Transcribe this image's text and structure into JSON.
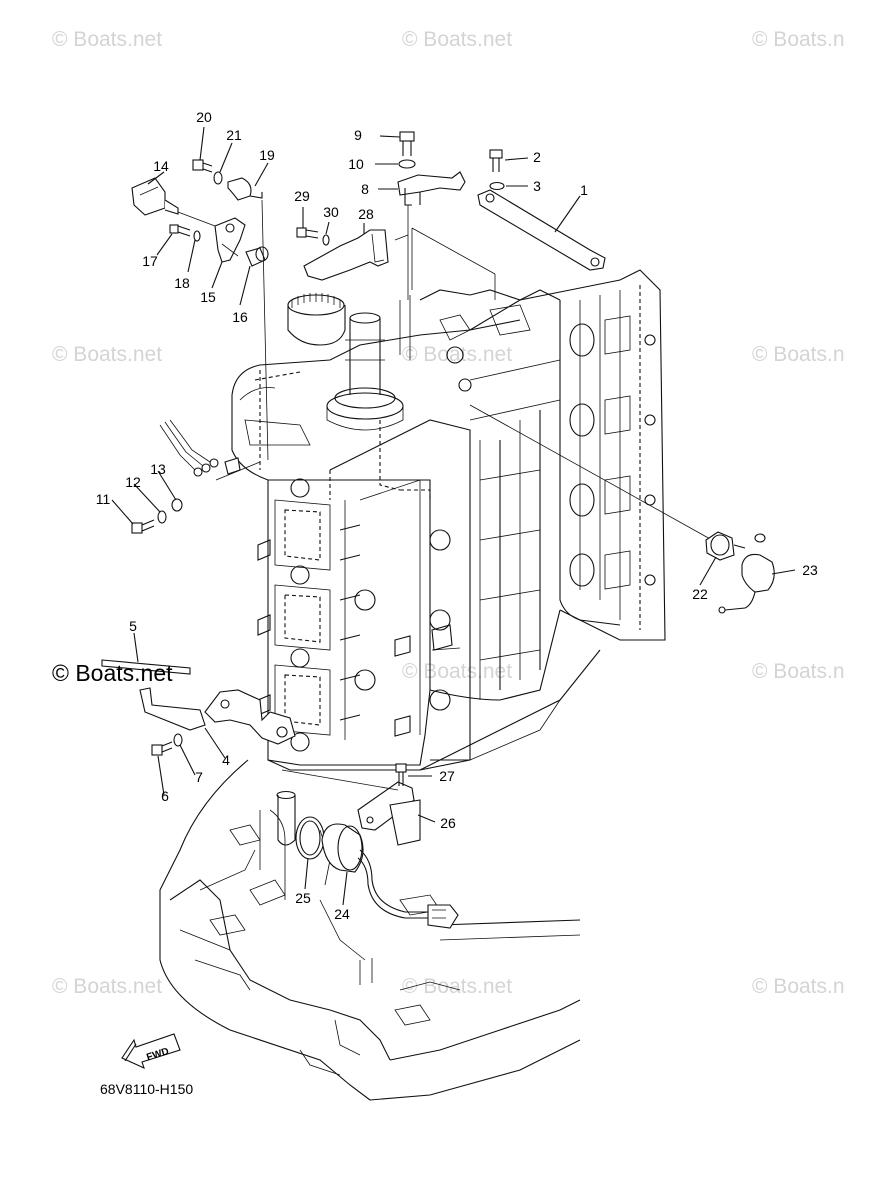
{
  "watermark": {
    "text": "© Boats.net",
    "dark_text": "© Boats.net",
    "partial_text": "© Boats.n"
  },
  "diagram_code": "68V8110-H150",
  "fwd_label": "FWD",
  "callouts": {
    "c1": "1",
    "c2": "2",
    "c3": "3",
    "c4": "4",
    "c5": "5",
    "c6": "6",
    "c7": "7",
    "c8": "8",
    "c9": "9",
    "c10": "10",
    "c11": "11",
    "c12": "12",
    "c13": "13",
    "c14": "14",
    "c15": "15",
    "c16": "16",
    "c17": "17",
    "c18": "18",
    "c19": "19",
    "c20": "20",
    "c21": "21",
    "c22": "22",
    "c23": "23",
    "c24": "24",
    "c25": "25",
    "c26": "26",
    "c27": "27",
    "c28": "28",
    "c29": "29",
    "c30": "30"
  },
  "colors": {
    "line": "#111111",
    "watermark": "#d4d4d4",
    "background": "#ffffff"
  }
}
